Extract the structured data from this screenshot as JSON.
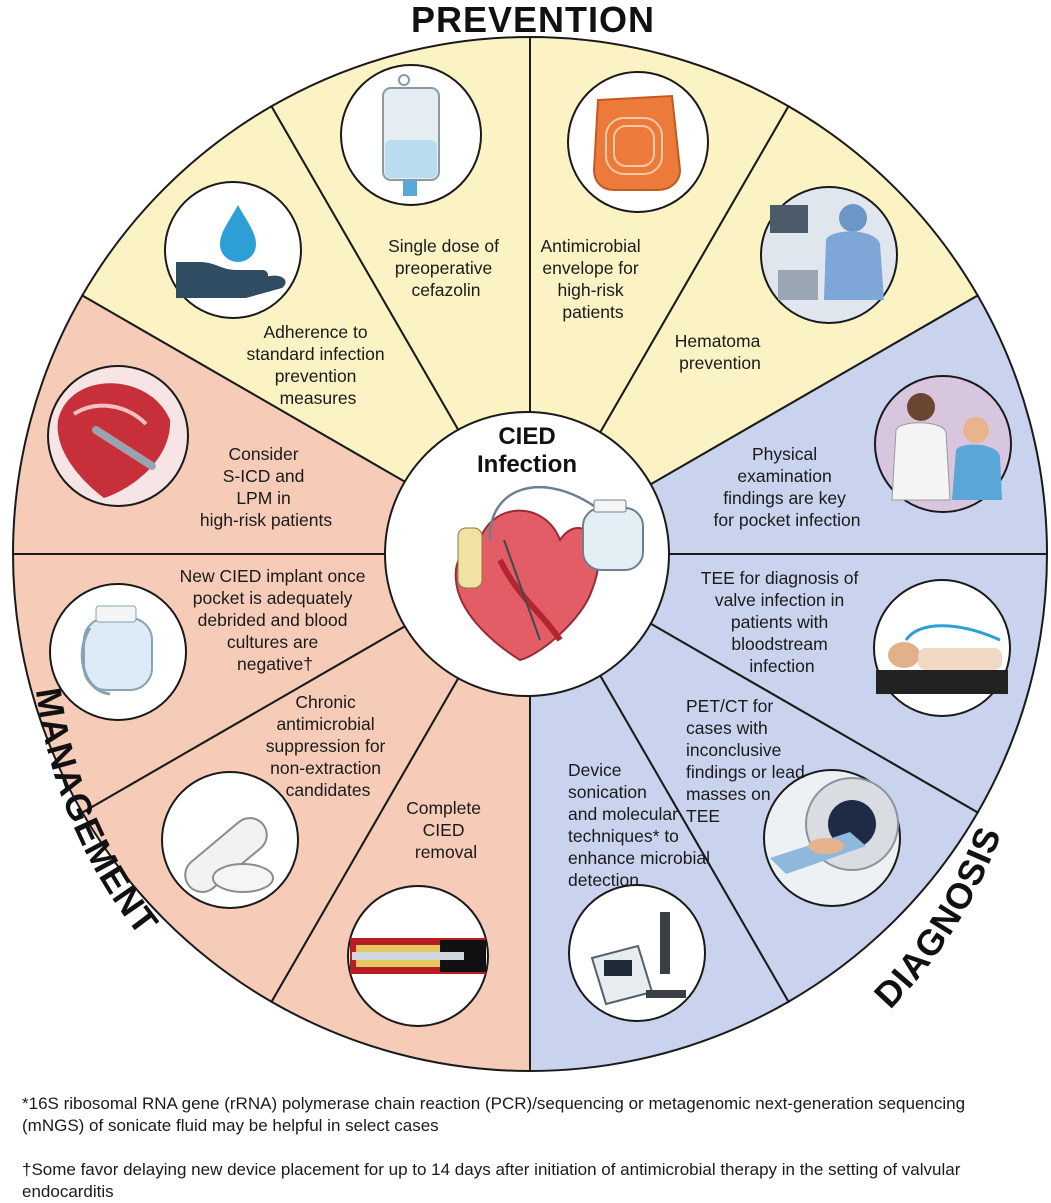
{
  "titles": {
    "prevention": "PREVENTION",
    "diagnosis": "DIAGNOSIS",
    "management": "MANAGEMENT"
  },
  "center": {
    "title_line1": "CIED",
    "title_line2": "Infection",
    "icon": "heart-with-pacemaker-icon"
  },
  "colors": {
    "prevention": "#fbf3c4",
    "diagnosis": "#c9d3ee",
    "management": "#f6ccb8",
    "outline": "#1a1a1a"
  },
  "segments": {
    "s1": {
      "lines": [
        "Adherence to",
        "standard infection",
        "prevention",
        "measures"
      ],
      "icon": "hand-water-drop-icon"
    },
    "s2": {
      "lines": [
        "Single dose of",
        "preoperative",
        "cefazolin"
      ],
      "icon": "iv-bag-icon"
    },
    "s3": {
      "lines": [
        "Antimicrobial",
        "envelope for",
        "high-risk",
        "patients"
      ],
      "icon": "antimicrobial-envelope-icon"
    },
    "s4": {
      "lines": [
        "Hematoma",
        "prevention"
      ],
      "icon": "surgeon-operating-room-icon"
    },
    "s5": {
      "lines": [
        "Physical",
        "examination",
        "findings are key",
        "for pocket infection"
      ],
      "icon": "doctor-examining-patient-icon"
    },
    "s6": {
      "lines": [
        "TEE for diagnosis of",
        "valve infection in",
        "patients with",
        "bloodstream",
        "infection"
      ],
      "icon": "tee-probe-patient-icon"
    },
    "s7": {
      "lines": [
        "PET/CT for",
        "cases with",
        "inconclusive",
        "findings or lead",
        "masses on",
        "TEE"
      ],
      "icon": "pet-ct-scanner-icon"
    },
    "s8": {
      "lines": [
        "Device",
        "sonication",
        "and molecular",
        "techniques* to",
        "enhance microbial",
        "detection"
      ],
      "icon": "sonicator-device-icon"
    },
    "s9": {
      "lines": [
        "Complete",
        "CIED",
        "removal"
      ],
      "icon": "lead-extraction-sheath-icon"
    },
    "s10": {
      "lines": [
        "Chronic",
        "antimicrobial",
        "suppression for",
        "non-extraction",
        "candidates"
      ],
      "icon": "pills-icon"
    },
    "s11": {
      "lines": [
        "New CIED implant once",
        "pocket is adequately",
        "debrided and blood",
        "cultures are",
        "negative†"
      ],
      "icon": "pacemaker-device-icon"
    },
    "s12": {
      "lines": [
        "Consider",
        "S-ICD and",
        "LPM in",
        "high-risk patients"
      ],
      "icon": "heart-leadless-pacemaker-icon"
    }
  },
  "footnotes": {
    "asterisk": "*16S ribosomal RNA gene (rRNA) polymerase chain reaction (PCR)/sequencing or metagenomic next-generation sequencing (mNGS) of sonicate fluid may be helpful in select cases",
    "dagger": "†Some favor delaying new device placement for up to 14 days after initiation of antimicrobial therapy in the setting of valvular endocarditis"
  }
}
